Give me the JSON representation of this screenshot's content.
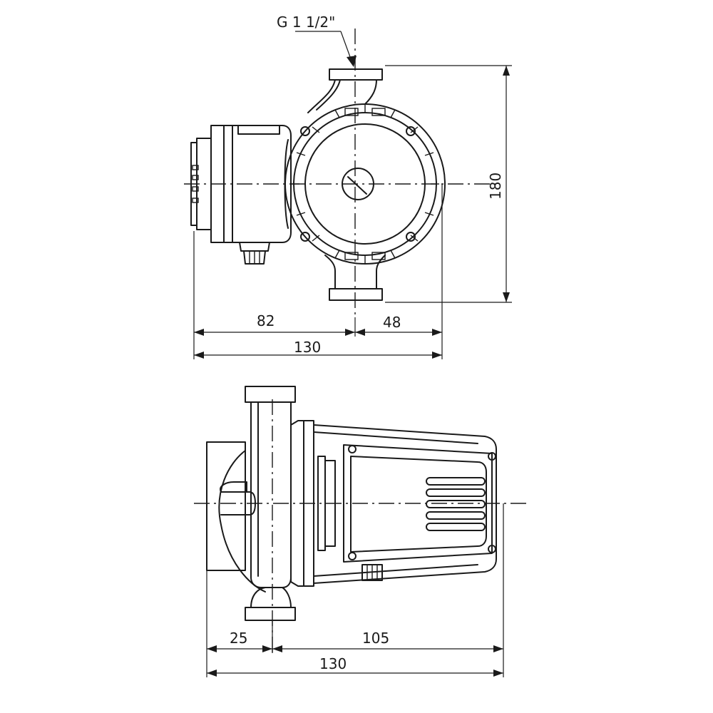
{
  "top_view": {
    "thread_label": "G 1 1/2\"",
    "dim_height": "180",
    "dim_left": "82",
    "dim_right": "48",
    "dim_total": "130"
  },
  "side_view": {
    "dim_left": "25",
    "dim_right": "105",
    "dim_total": "130"
  },
  "colors": {
    "line": "#1a1a1a",
    "background": "#ffffff"
  }
}
